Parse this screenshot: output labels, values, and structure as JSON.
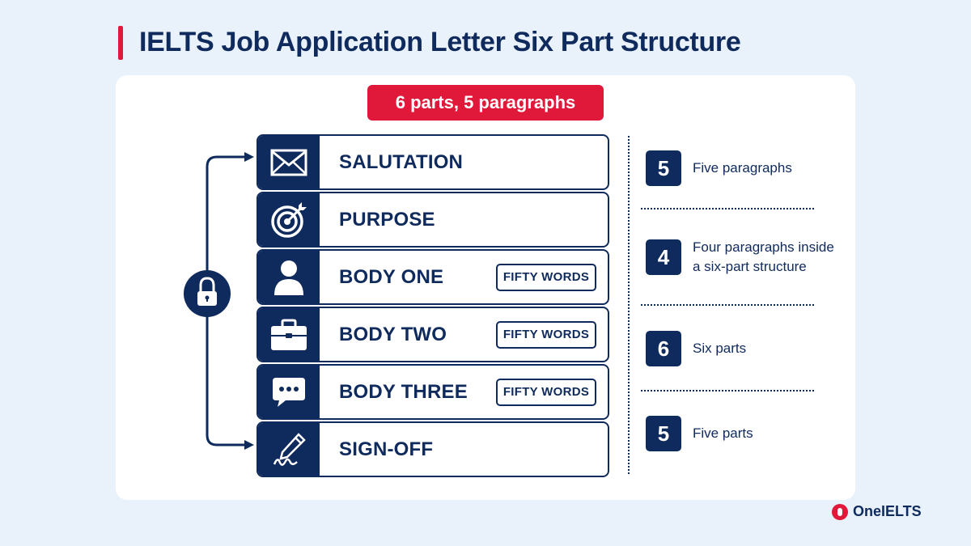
{
  "title": "IELTS Job Application Letter Six Part Structure",
  "pill": "6 parts, 5 paragraphs",
  "parts": [
    {
      "label": "SALUTATION",
      "icon": "envelope-icon",
      "badge": ""
    },
    {
      "label": "PURPOSE",
      "icon": "target-icon",
      "badge": ""
    },
    {
      "label": "BODY ONE",
      "icon": "person-icon",
      "badge": "FIFTY WORDS"
    },
    {
      "label": "BODY TWO",
      "icon": "briefcase-icon",
      "badge": "FIFTY WORDS"
    },
    {
      "label": "BODY THREE",
      "icon": "chat-bubble-icon",
      "badge": "FIFTY WORDS"
    },
    {
      "label": "SIGN-OFF",
      "icon": "pen-signature-icon",
      "badge": ""
    }
  ],
  "bracket_icon": "lock-icon",
  "stats": [
    {
      "number": "5",
      "line1": "Five paragraphs",
      "line2": ""
    },
    {
      "number": "4",
      "line1": "Four paragraphs inside",
      "line2": "a six-part structure"
    },
    {
      "number": "6",
      "line1": "Six parts",
      "line2": ""
    },
    {
      "number": "5",
      "line1": "Five parts",
      "line2": ""
    }
  ],
  "brand": "OneIELTS",
  "colors": {
    "navy": "#0f2a5c",
    "accent": "#e0193a",
    "background": "#e9f1fb"
  }
}
